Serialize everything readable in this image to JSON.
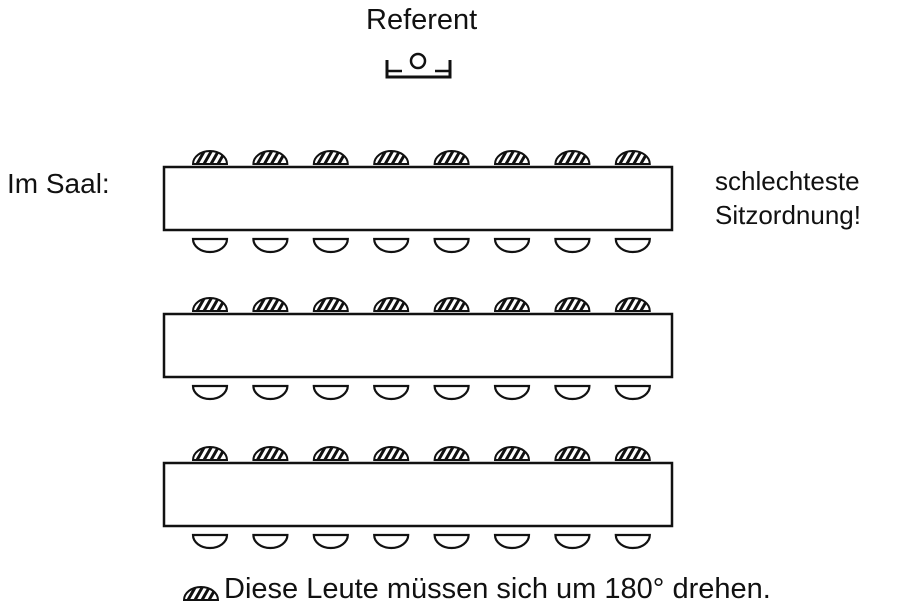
{
  "referent_label": "Referent",
  "room_label": "Im Saal:",
  "note": {
    "line1": "schlechteste",
    "line2": "Sitzordnung!"
  },
  "legend": {
    "text": "Diese Leute müssen sich um 180° drehen.",
    "symbol": "hatched-seat-icon"
  },
  "layout": {
    "table_count": 3,
    "seats_per_side": 8,
    "front_side_seats": "hatched (facing away from speaker)",
    "back_side_seats": "open (facing speaker)"
  },
  "colors": {
    "ink": "#111111",
    "background": "#ffffff"
  }
}
